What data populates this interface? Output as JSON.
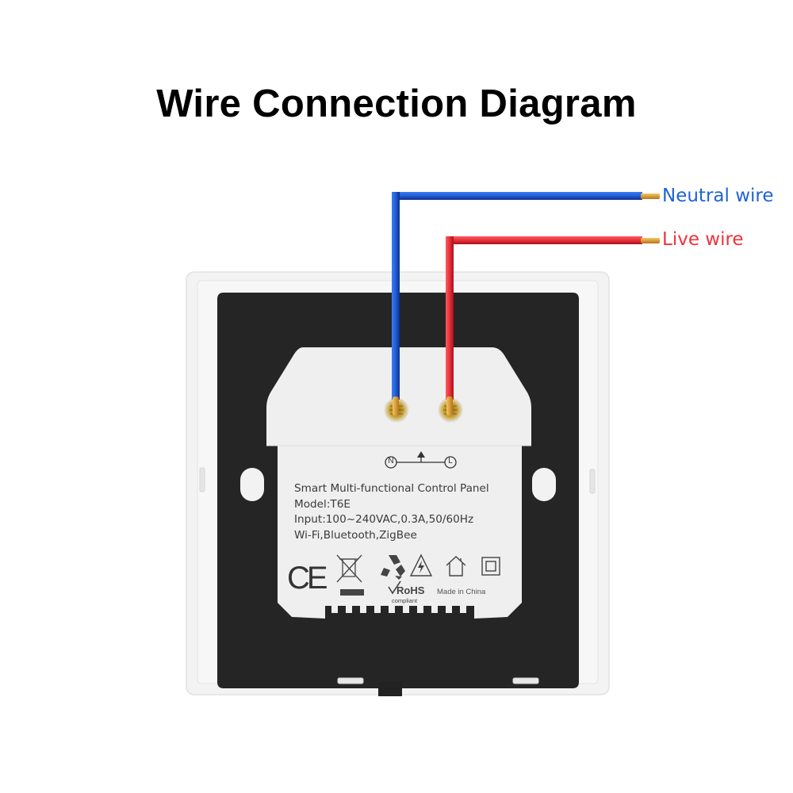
{
  "title": "Wire Connection Diagram",
  "wires": {
    "neutral": {
      "label": "Neutral wire",
      "color": "#1e5fd6"
    },
    "live": {
      "label": "Live wire",
      "color": "#e8303a"
    }
  },
  "device": {
    "terminal_marks": {
      "neutral": "N",
      "live": "L"
    },
    "label_lines": [
      "Smart Multi-functional Control Panel",
      "Model:T6E",
      "Input:100~240VAC,0.3A,50/60Hz",
      "Wi-Fi,Bluetooth,ZigBee"
    ],
    "certifications": {
      "ce": "CE",
      "rohs": "RoHS",
      "rohs_sub": "compliant",
      "origin": "Made in China",
      "icons": [
        "ce-mark-icon",
        "weee-bin-icon",
        "recycle-icon",
        "high-voltage-icon",
        "indoor-use-icon",
        "double-insulation-icon"
      ]
    }
  }
}
